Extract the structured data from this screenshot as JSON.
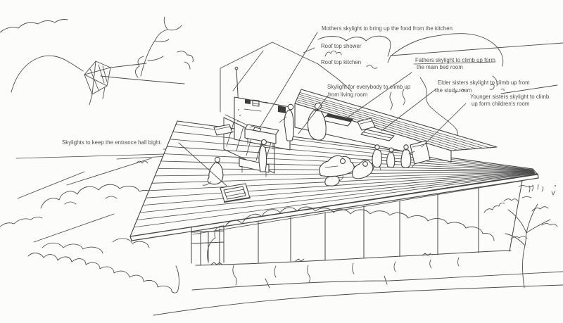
{
  "title": "Skylight concept sketch",
  "colors": {
    "ink": "#454545",
    "paper": "#fcfcfb",
    "label_text": "#4e4e4e"
  },
  "annotations": {
    "mothers": "Mothers skylight to bring up the food from the kitchen",
    "roof_top_shower": "Roof top shower",
    "roof_top_kitchen": "Roof top kitchen",
    "fathers_line1": "Fathers skylight to climb up form",
    "fathers_line2": "the main bed room",
    "everybody_line1": "Skylight for everybody to climb up",
    "everybody_line2": "from living room",
    "elder_line1": "Elder sisters skylight to climb up from",
    "elder_line2": "the study room",
    "younger_line1": "Younger sisters skylight to climb",
    "younger_line2": "up form children's room",
    "entrance": "Skylights to keep the entrance hall bight."
  }
}
